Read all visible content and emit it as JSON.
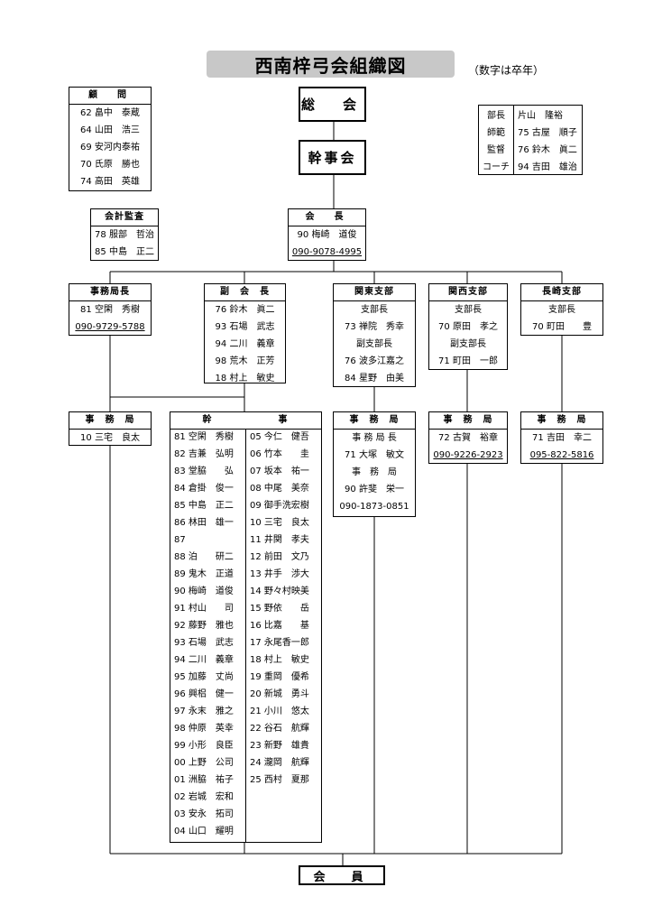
{
  "title": "西南梓弓会組織図",
  "note": "（数字は卒年）",
  "soukai": "総　会",
  "kanjikai": "幹事会",
  "komon": {
    "header": "顧　問",
    "members": [
      "62 畠中　泰蔵",
      "64 山田　浩三",
      "69 安河内泰祐",
      "70 氏原　勝也",
      "74 高田　英雄"
    ]
  },
  "officers": [
    {
      "role": "部長",
      "name": "片山　隆裕"
    },
    {
      "role": "師範",
      "name": "75 古屋　順子"
    },
    {
      "role": "監督",
      "name": "76 鈴木　眞二"
    },
    {
      "role": "コーチ",
      "name": "94 吉田　雄治"
    }
  ],
  "kansa": {
    "header": "会計監査",
    "members": [
      "78 服部　哲治",
      "85 中島　正二"
    ]
  },
  "kaicho": {
    "header": "会　長",
    "members": [
      "90 梅崎　道俊"
    ],
    "phone": "090-9078-4995"
  },
  "jimukyokucho": {
    "header": "事務局長",
    "members": [
      "81 空閑　秀樹"
    ],
    "phone": "090-9729-5788"
  },
  "fukukaicho": {
    "header": "副　会　長",
    "members": [
      "76 鈴木　眞二",
      "93 石場　武志",
      "94 二川　義章",
      "98 荒木　正芳",
      "18 村上　敏史"
    ]
  },
  "kanto": {
    "header": "関東支部",
    "lines": [
      "支部長",
      "73 禅院　秀幸",
      "副支部長",
      "76 波多江嘉之",
      "84 星野　由美"
    ]
  },
  "kansai": {
    "header": "関西支部",
    "lines": [
      "支部長",
      "70 原田　孝之",
      "副支部長",
      "71 町田　一郎"
    ]
  },
  "nagasaki": {
    "header": "長崎支部",
    "lines": [
      "支部長",
      "70 町田　　豊"
    ]
  },
  "jimukyoku_main": {
    "header": "事　務　局",
    "members": [
      "10 三宅　良太"
    ]
  },
  "kanji": {
    "header": "幹　　　　　　事",
    "left": [
      "81 空閑　秀樹",
      "82 吉兼　弘明",
      "83 堂脇　　弘",
      "84 倉掛　俊一",
      "85 中島　正二",
      "86 林田　雄一",
      "87",
      "88 泊　　研二",
      "89 鬼木　正道",
      "90 梅崎　道俊",
      "91 村山　　司",
      "92 藤野　雅也",
      "93 石場　武志",
      "94 二川　義章",
      "95 加藤　丈尚",
      "96 興梠　健一",
      "97 永末　雅之",
      "98 仲原　英幸",
      "99 小形　良臣",
      "00 上野　公司",
      "01 洲脇　祐子",
      "02 岩城　宏和",
      "03 安永　拓司",
      "04 山口　耀明"
    ],
    "right": [
      "05 今仁　健吾",
      "06 竹本　　圭",
      "07 坂本　祐一",
      "08 中尾　美奈",
      "09 御手洗宏樹",
      "10 三宅　良太",
      "11 井関　孝夫",
      "12 前田　文乃",
      "13 井手　渉大",
      "14 野々村映美",
      "15 野依　　岳",
      "16 比嘉　　基",
      "17 永尾香一郎",
      "18 村上　敏史",
      "19 重岡　優希",
      "20 新城　勇斗",
      "21 小川　悠太",
      "22 谷石　航輝",
      "23 新野　雄貴",
      "24 瀧岡　航輝",
      "25 西村　夏那"
    ]
  },
  "kanto_jimukyoku": {
    "header": "事　務　局",
    "lines": [
      "事 務 局 長",
      "71 大塚　敏文",
      "事　務　局",
      "90 許斐　栄一",
      "090-1873-0851"
    ]
  },
  "kansai_jimukyoku": {
    "header": "事　務　局",
    "members": [
      "72 古賀　裕章"
    ],
    "phone": "090-9226-2923"
  },
  "nagasaki_jimukyoku": {
    "header": "事　務　局",
    "members": [
      "71 吉田　幸二"
    ],
    "phone": "095-822-5816"
  },
  "kaiin": "会　員"
}
